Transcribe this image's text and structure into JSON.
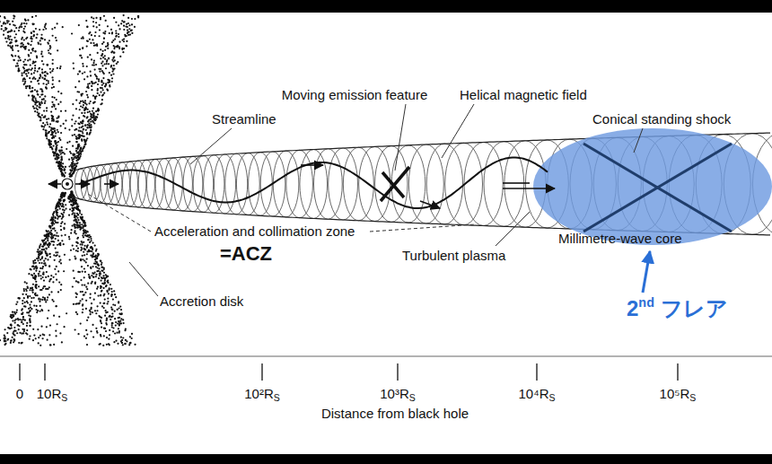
{
  "diagram": {
    "labels": [
      "Moving emission feature",
      "Helical magnetic field",
      "Streamline",
      "Conical standing shock",
      "Acceleration and collimation zone",
      "=ACZ",
      "Turbulent plasma",
      "Millimetre-wave core",
      "Accretion disk",
      "2nd フレア",
      "0",
      "10RS",
      "10²RS",
      "10³RS",
      "10⁴RS",
      "10⁵RS",
      "Distance from black hole"
    ]
  }
}
